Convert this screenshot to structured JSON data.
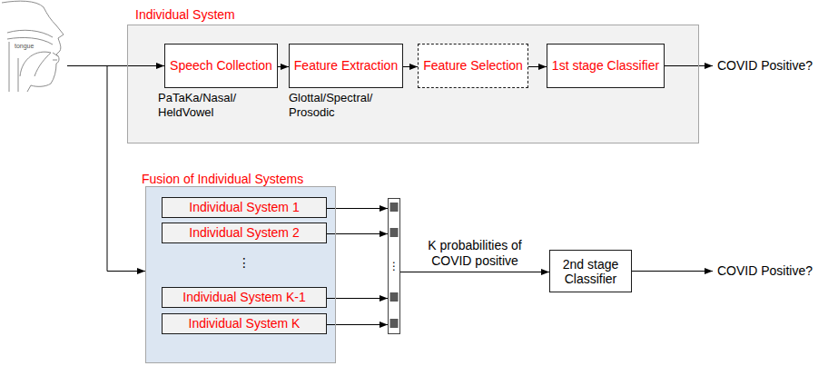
{
  "diagram": {
    "nodes": [
      {
        "text": [
          "Individual System"
        ]
      },
      {
        "text": [
          "Speech Collection"
        ],
        "in": 0
      },
      {
        "text": [
          "Feature Extraction"
        ],
        "in": 0
      },
      {
        "text": [
          "Feature Selection"
        ],
        "in": 0
      },
      {
        "text": [
          "1st stage Classifier"
        ],
        "in": 0
      },
      {
        "text": [
          "Fusion of Individual Systems"
        ]
      },
      {
        "text": [
          "Individual System 1"
        ],
        "in": 5
      },
      {
        "text": [
          "Individual System 2"
        ],
        "in": 5
      },
      {
        "text": [
          "Individual System K-1"
        ],
        "in": 5
      },
      {
        "text": [
          "Individual System K"
        ],
        "in": 5
      },
      {
        "text": [
          "⋮"
        ]
      },
      {
        "text": [
          "2nd stage Classifier"
        ]
      }
    ],
    "edges": [
      {
        "from": 1,
        "to": 2,
        "arrow": "to"
      },
      {
        "from": 2,
        "to": 3,
        "arrow": "to"
      },
      {
        "from": 3,
        "to": 4,
        "arrow": "to"
      },
      {
        "from": 6,
        "to": 10,
        "arrow": "to"
      },
      {
        "from": 7,
        "to": 10,
        "arrow": "to"
      },
      {
        "from": 8,
        "to": 10,
        "arrow": "to"
      },
      {
        "from": 9,
        "to": 10,
        "arrow": "to"
      },
      {
        "from": 10,
        "to": 11,
        "arrow": "to",
        "label": "K probabilities of COVID positive"
      }
    ],
    "labels": [
      "tongue",
      "PaTaKa/Nasal/ HeldVowel",
      "Glottal/Spectral/ Prosodic",
      "COVID Positive?",
      "⋮",
      "COVID Positive?"
    ]
  }
}
